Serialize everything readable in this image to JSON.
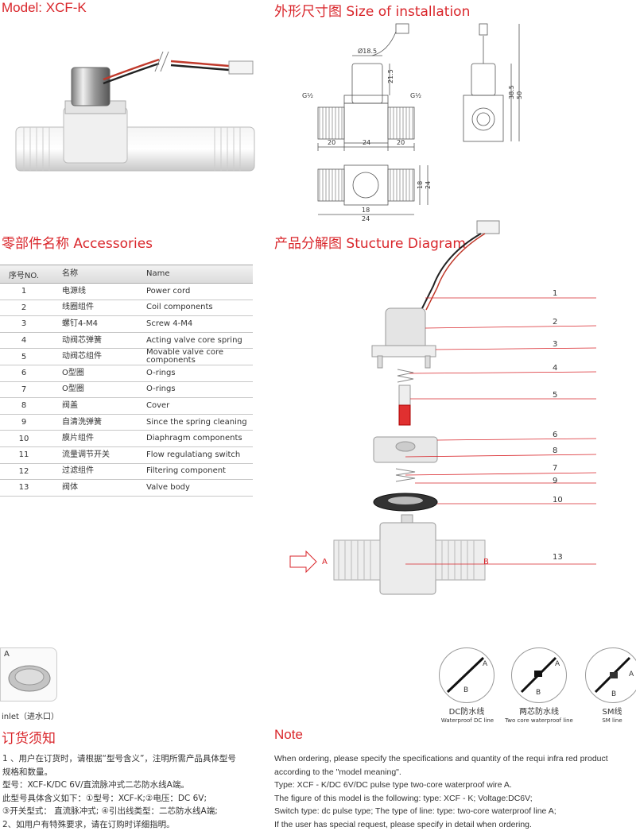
{
  "model": {
    "title": "Model: XCF-K"
  },
  "installation": {
    "title": "外形尺寸图 Size of installation",
    "dims": {
      "d185": "Ø18.5",
      "h215": "21.5",
      "h385": "38.5",
      "h50": "50",
      "g_left": "G½",
      "g_right": "G½",
      "w20a": "20",
      "w24": "24",
      "w20b": "20",
      "t18": "18",
      "t24": "24",
      "b18": "18",
      "b24": "24"
    }
  },
  "accessories": {
    "title": "零部件名称 Accessories",
    "headers": [
      "序号NO.",
      "名称",
      "Name"
    ],
    "rows": [
      {
        "no": "1",
        "cn": "电源线",
        "en": "Power cord"
      },
      {
        "no": "2",
        "cn": "线圈组件",
        "en": "Coil components"
      },
      {
        "no": "3",
        "cn": "螺钉4-M4",
        "en": "Screw 4-M4"
      },
      {
        "no": "4",
        "cn": "动阀芯弹簧",
        "en": "Acting valve core spring"
      },
      {
        "no": "5",
        "cn": "动阀芯组件",
        "en": "Movable valve core components"
      },
      {
        "no": "6",
        "cn": "O型圈",
        "en": "O-rings"
      },
      {
        "no": "7",
        "cn": "O型圈",
        "en": "O-rings"
      },
      {
        "no": "8",
        "cn": "阀盖",
        "en": "Cover"
      },
      {
        "no": "9",
        "cn": "自清洗弹簧",
        "en": "Since the spring cleaning"
      },
      {
        "no": "10",
        "cn": "膜片组件",
        "en": "Diaphragm components"
      },
      {
        "no": "11",
        "cn": "流量调节开关",
        "en": "Flow regulatiang switch"
      },
      {
        "no": "12",
        "cn": "过滤组件",
        "en": "Filtering component"
      },
      {
        "no": "13",
        "cn": "阀体",
        "en": "Valve body"
      }
    ]
  },
  "structure": {
    "title": "产品分解图 Stucture Diagram",
    "callouts": [
      "1",
      "2",
      "3",
      "4",
      "5",
      "6",
      "8",
      "7",
      "9",
      "10",
      "13"
    ],
    "label_a": "A",
    "label_b": "B"
  },
  "filter": {
    "label": "A",
    "caption": "inlet（进水口）"
  },
  "lines": [
    {
      "cn": "DC防水线",
      "en": "Waterproof DC line",
      "a": "A",
      "b": "B"
    },
    {
      "cn": "两芯防水线",
      "en": "Two core waterproof line",
      "a": "A",
      "b": "B"
    },
    {
      "cn": "SM线",
      "en": "SM line",
      "a": "A",
      "b": "B"
    }
  ],
  "order": {
    "title": "订货须知",
    "lines": [
      "1 、用户在订货时，请根据“型号含义”，注明所需产品具体型号",
      "规格和数量。",
      " 型号：XCF-K/DC 6V/直流脉冲式二芯防水线A端。",
      " 此型号具体含义如下：①型号：XCF-K;②电压：DC 6V;",
      " ③开关型式： 直流脉冲式;  ④引出线类型：二芯防水线A端;",
      "2、如用户有特殊要求，请在订购时详细指明。"
    ]
  },
  "note": {
    "title": "Note",
    "lines": [
      "When ordering, please specify the specifications and quantity of the requi infra red product",
      " according to the \"model meaning\".",
      "Type: XCF - K/DC 6V/DC pulse type two-core waterproof wire A.",
      "The figure of this model is the following: type: XCF - K; Voltage:DC6V;",
      "Switch type: dc pulse type; The type of line: type: two-core waterproof line A;",
      "If the user has special request, please specify in detail when ordering."
    ]
  }
}
